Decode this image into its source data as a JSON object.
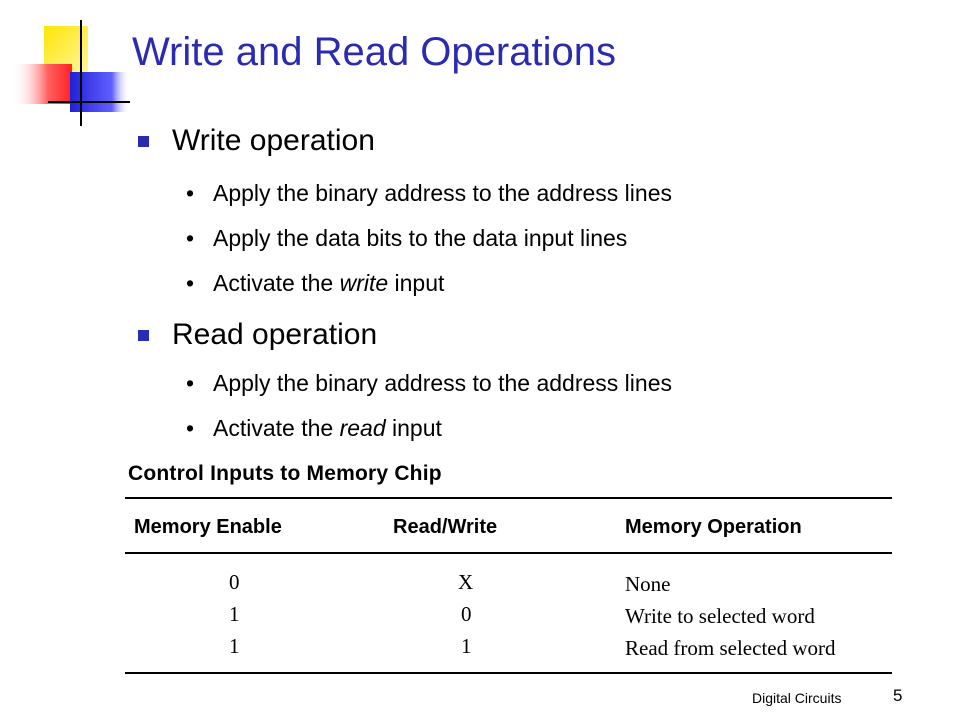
{
  "slide": {
    "title": "Write and Read Operations",
    "sections": [
      {
        "heading": "Write operation",
        "items": [
          {
            "parts": [
              {
                "text": "Apply the binary address to the address lines",
                "italic": false
              }
            ]
          },
          {
            "parts": [
              {
                "text": "Apply the data bits to the data input lines",
                "italic": false
              }
            ]
          },
          {
            "parts": [
              {
                "text": "Activate the ",
                "italic": false
              },
              {
                "text": "write",
                "italic": true
              },
              {
                "text": " input",
                "italic": false
              }
            ]
          }
        ]
      },
      {
        "heading": "Read operation",
        "items": [
          {
            "parts": [
              {
                "text": "Apply the binary address to the address lines",
                "italic": false
              }
            ]
          },
          {
            "parts": [
              {
                "text": "Activate the ",
                "italic": false
              },
              {
                "text": "read",
                "italic": true
              },
              {
                "text": " input",
                "italic": false
              }
            ]
          }
        ]
      }
    ],
    "bullet_glyph": "•",
    "table": {
      "caption": "Control Inputs to Memory Chip",
      "headers": [
        "Memory Enable",
        "Read/Write",
        "Memory Operation"
      ],
      "rows": [
        [
          "0",
          "X",
          "None"
        ],
        [
          "1",
          "0",
          "Write to selected word"
        ],
        [
          "1",
          "1",
          "Read from selected word"
        ]
      ]
    },
    "footer": {
      "label": "Digital Circuits",
      "page_number": "5"
    },
    "colors": {
      "title": "#2b2bb0",
      "bullet": "#2a2ab4",
      "deco_yellow": "#ffd700",
      "deco_red": "#ff3030",
      "deco_blue": "#3030e0"
    }
  }
}
